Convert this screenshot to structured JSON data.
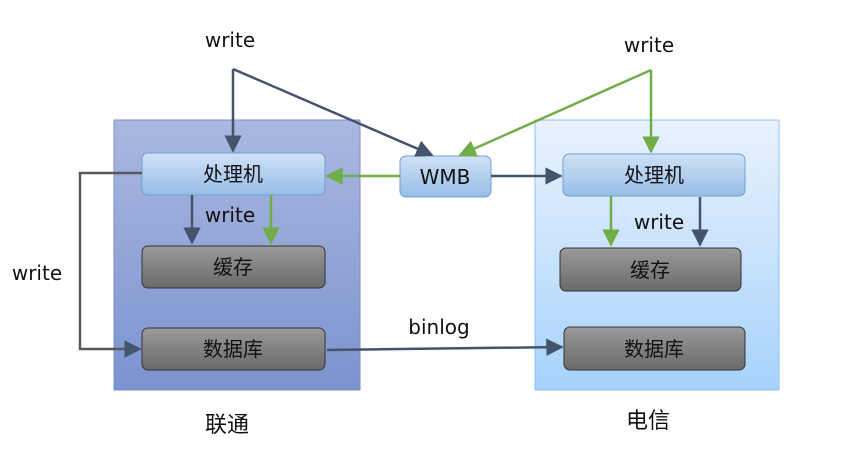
{
  "labels": {
    "write_left_top": "write",
    "write_right_top": "write",
    "write_left_inner": "write",
    "write_right_inner": "write",
    "write_left_side": "write",
    "binlog": "binlog"
  },
  "wmb": {
    "label": "WMB"
  },
  "regions": {
    "left": {
      "caption": "联通",
      "processor": "处理机",
      "cache": "缓存",
      "database": "数据库"
    },
    "right": {
      "caption": "电信",
      "processor": "处理机",
      "cache": "缓存",
      "database": "数据库"
    }
  },
  "colors": {
    "dark_arrow": "#44546a",
    "green_arrow": "#70ad47",
    "left_region_top": "#a9b6df",
    "left_region_bottom": "#7e95cf",
    "right_region_top": "#e6f0fd",
    "right_region_bottom": "#a9d3fb",
    "processor_fill": "#b7d3ef",
    "storage_fill": "#777777"
  }
}
